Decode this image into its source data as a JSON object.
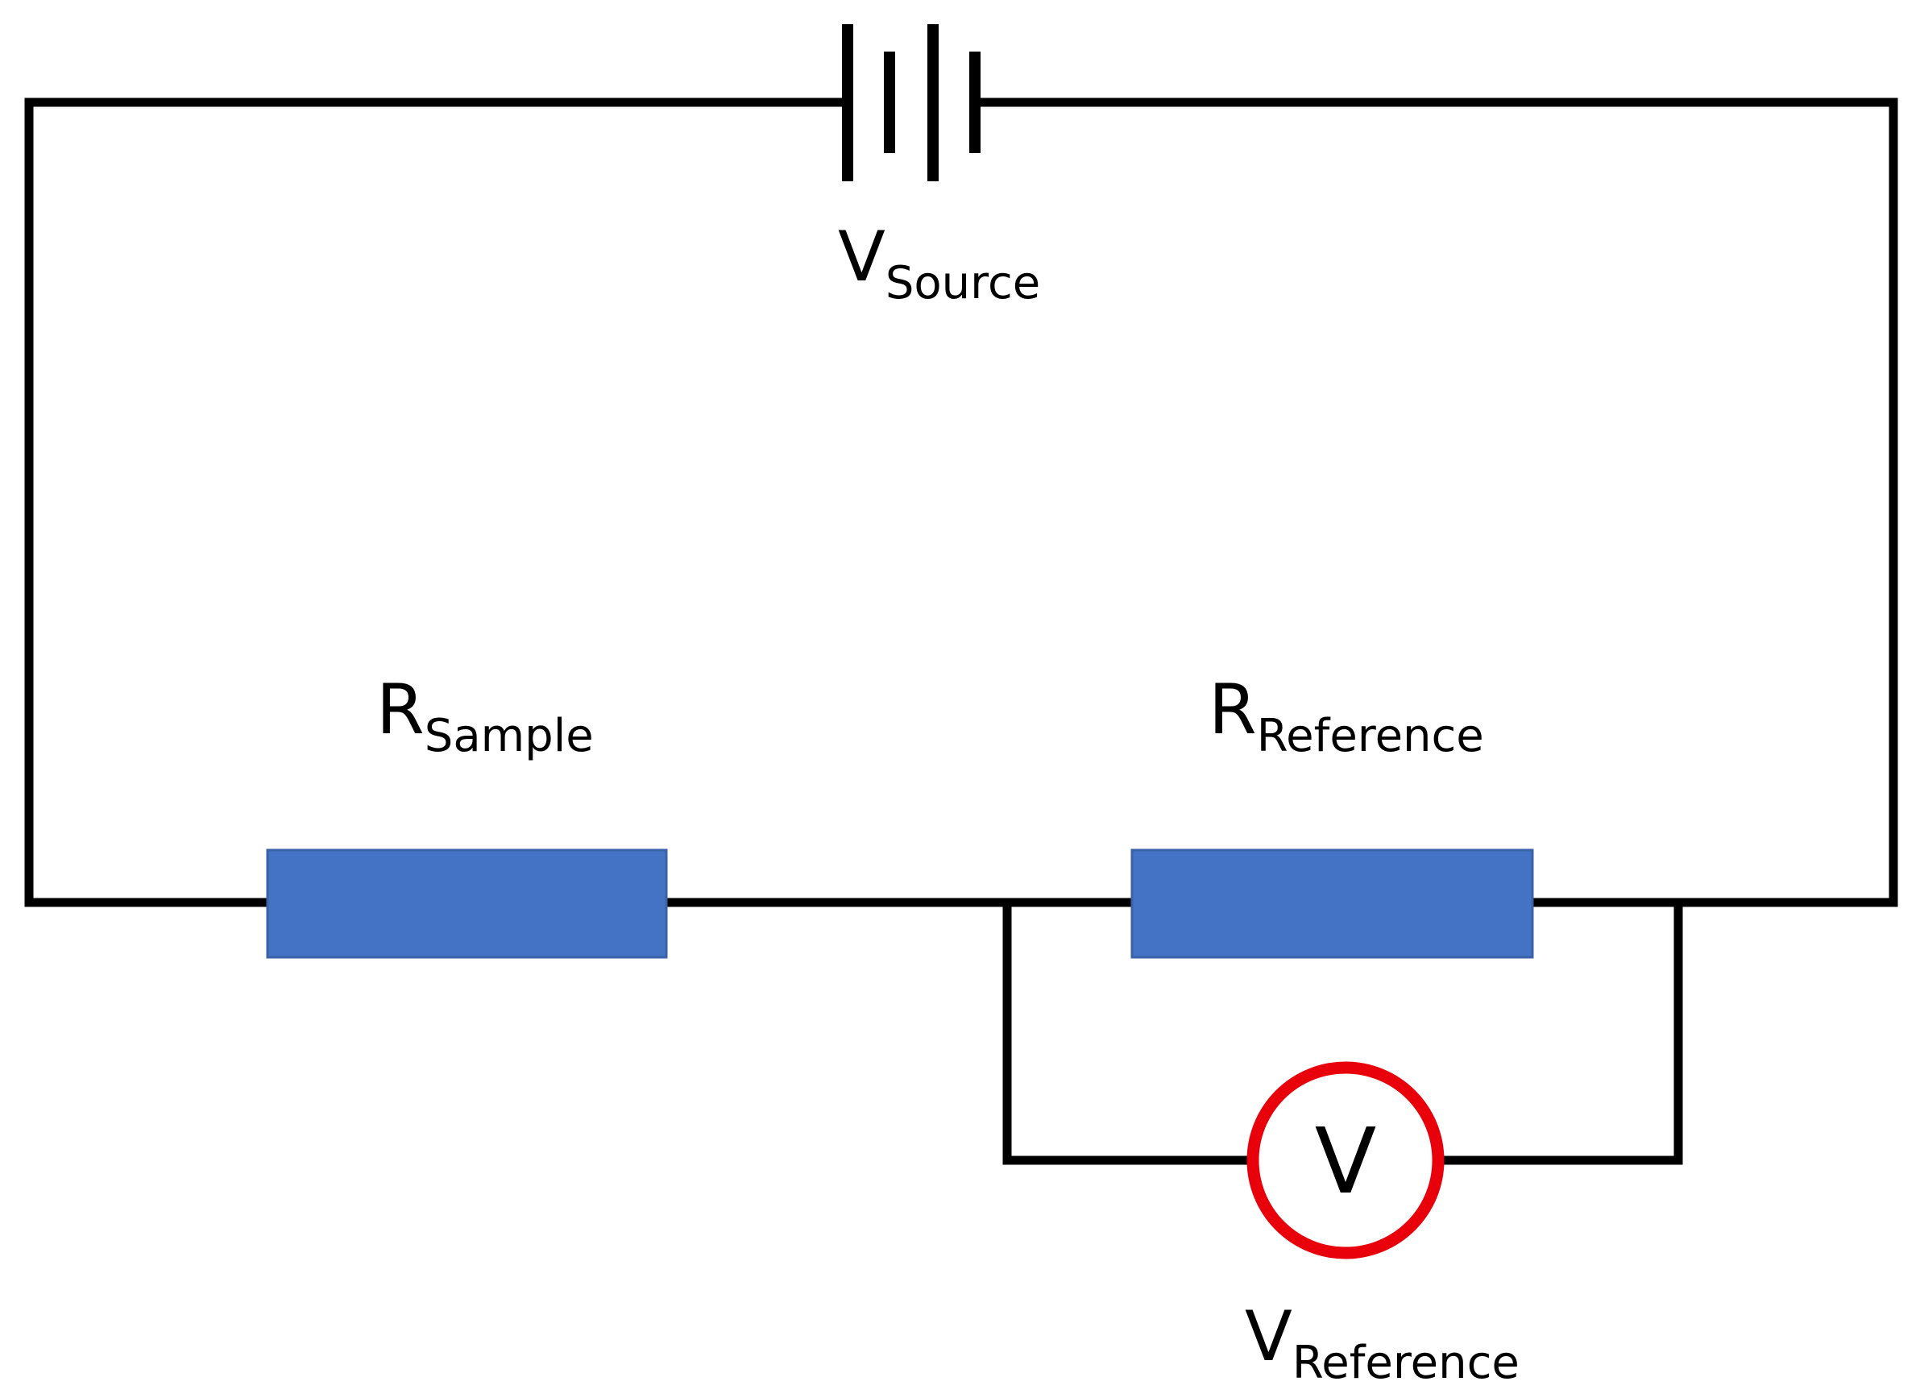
{
  "colors": {
    "wire": "#000000",
    "resistor_fill": "#4472C4",
    "resistor_stroke": "#3A62A8",
    "voltmeter_ring": "#E8000B",
    "background": "#FFFFFF"
  },
  "source": {
    "icon": "battery-icon",
    "label_main": "V",
    "label_sub": "Source"
  },
  "resistors": {
    "sample": {
      "label_main": "R",
      "label_sub": "Sample"
    },
    "reference": {
      "label_main": "R",
      "label_sub": "Reference"
    }
  },
  "voltmeter": {
    "icon": "voltmeter-icon",
    "symbol": "V",
    "label_main": "V",
    "label_sub": "Reference"
  }
}
